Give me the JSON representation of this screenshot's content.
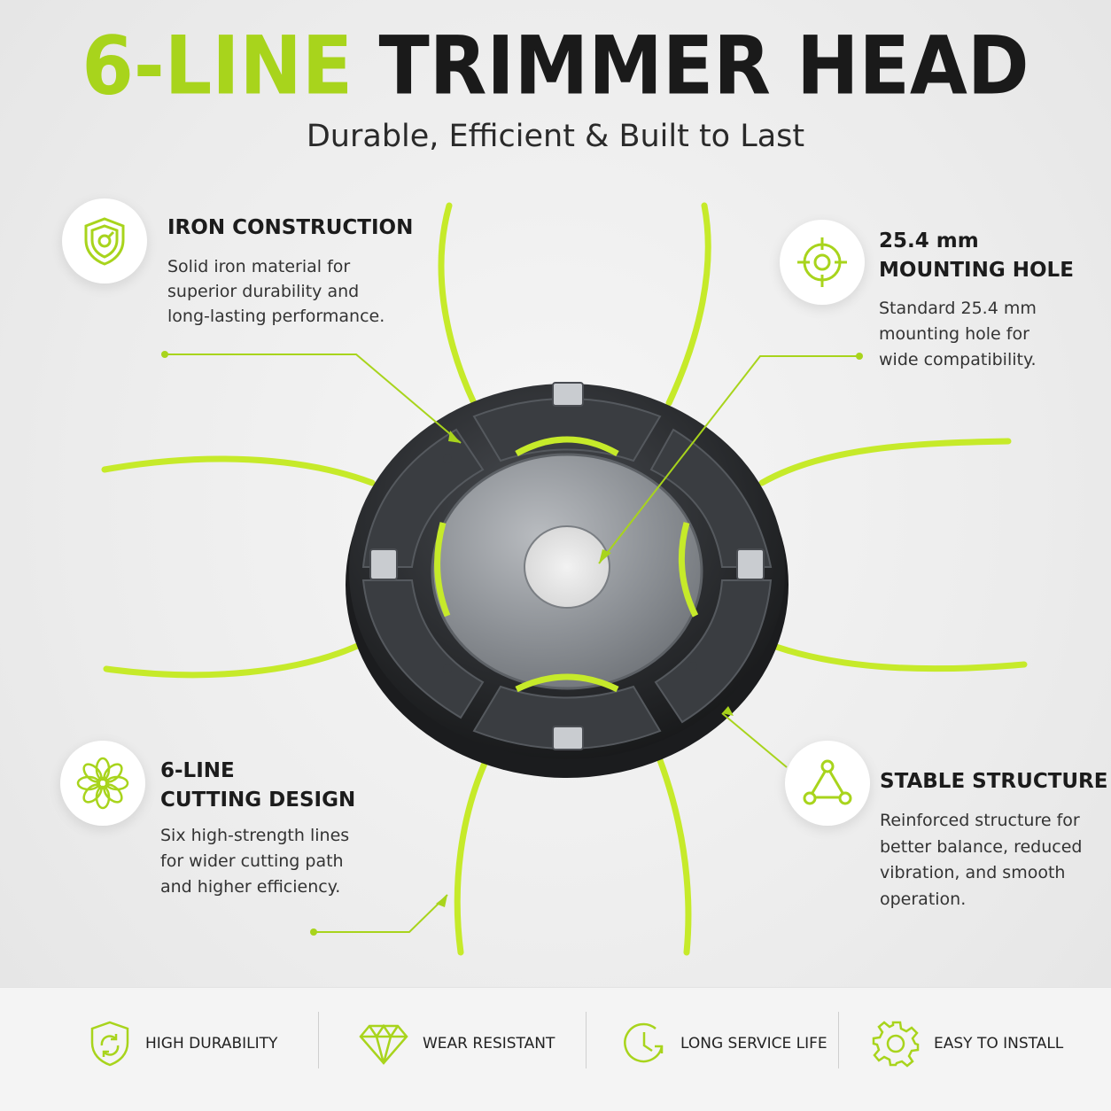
{
  "header": {
    "title_accent": "6-LINE",
    "title_rest": "TRIMMER HEAD",
    "subtitle": "Durable, Efficient & Built to Last"
  },
  "features": {
    "iron": {
      "title": "IRON CONSTRUCTION",
      "desc_lines": [
        "Solid iron material for",
        "superior durability and",
        "long-lasting performance."
      ],
      "icon": "shield-icon"
    },
    "mounting": {
      "title_line1": "25.4 mm",
      "title_line2": "MOUNTING HOLE",
      "desc_lines": [
        "Standard 25.4 mm",
        "mounting hole for",
        "wide compatibility."
      ],
      "icon": "crosshair-icon"
    },
    "cutting": {
      "title_line1": "6-LINE",
      "title_line2": "CUTTING DESIGN",
      "desc_lines": [
        "Six high-strength lines",
        "for wider cutting path",
        "and higher efficiency."
      ],
      "icon": "flower-icon"
    },
    "stable": {
      "title": "STABLE STRUCTURE",
      "desc_lines": [
        "Reinforced structure for",
        "better balance, reduced",
        "vibration, and smooth",
        "operation."
      ],
      "icon": "triangle-nodes-icon"
    }
  },
  "badges": [
    {
      "label": "HIGH DURABILITY",
      "icon": "shield-refresh-icon"
    },
    {
      "label": "WEAR RESISTANT",
      "icon": "diamond-icon"
    },
    {
      "label": "LONG SERVICE LIFE",
      "icon": "clock-icon"
    },
    {
      "label": "EASY TO INSTALL",
      "icon": "gear-icon"
    }
  ],
  "colors": {
    "accent": "#a8d41c",
    "line": "#c6ea2a",
    "dark": "#1a1a1a",
    "disc": "#2b2d30"
  }
}
